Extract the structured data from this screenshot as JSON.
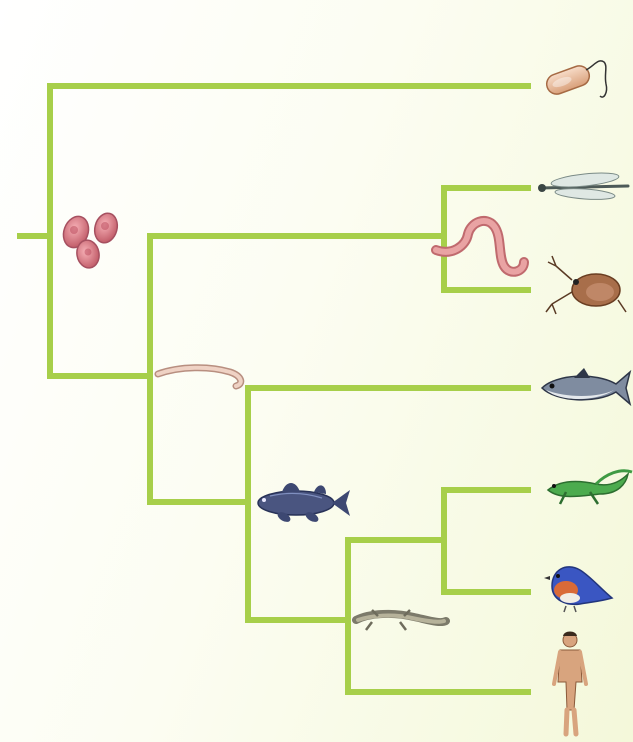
{
  "diagram": {
    "type": "phylogenetic-tree",
    "colors": {
      "branch": "#a7cf4a",
      "background_left": "#ffffff",
      "background_right": "#f4f8da"
    },
    "taxa": [
      {
        "id": "bacterium",
        "icon": "bacterium-icon"
      },
      {
        "id": "dragonfly",
        "icon": "dragonfly-icon"
      },
      {
        "id": "water-flea",
        "icon": "water-flea-icon"
      },
      {
        "id": "tuna",
        "icon": "tuna-icon"
      },
      {
        "id": "lizard",
        "icon": "lizard-icon"
      },
      {
        "id": "bluebird",
        "icon": "bluebird-icon"
      },
      {
        "id": "human",
        "icon": "human-icon"
      }
    ],
    "ancestors": [
      {
        "id": "yeast-cells",
        "icon": "yeast-cells-icon"
      },
      {
        "id": "earthworm",
        "icon": "earthworm-icon"
      },
      {
        "id": "flatworm",
        "icon": "flatworm-icon"
      },
      {
        "id": "lobe-finned-fish",
        "icon": "lobe-finned-fish-icon"
      },
      {
        "id": "salamander",
        "icon": "salamander-icon"
      }
    ],
    "text_labels": []
  }
}
